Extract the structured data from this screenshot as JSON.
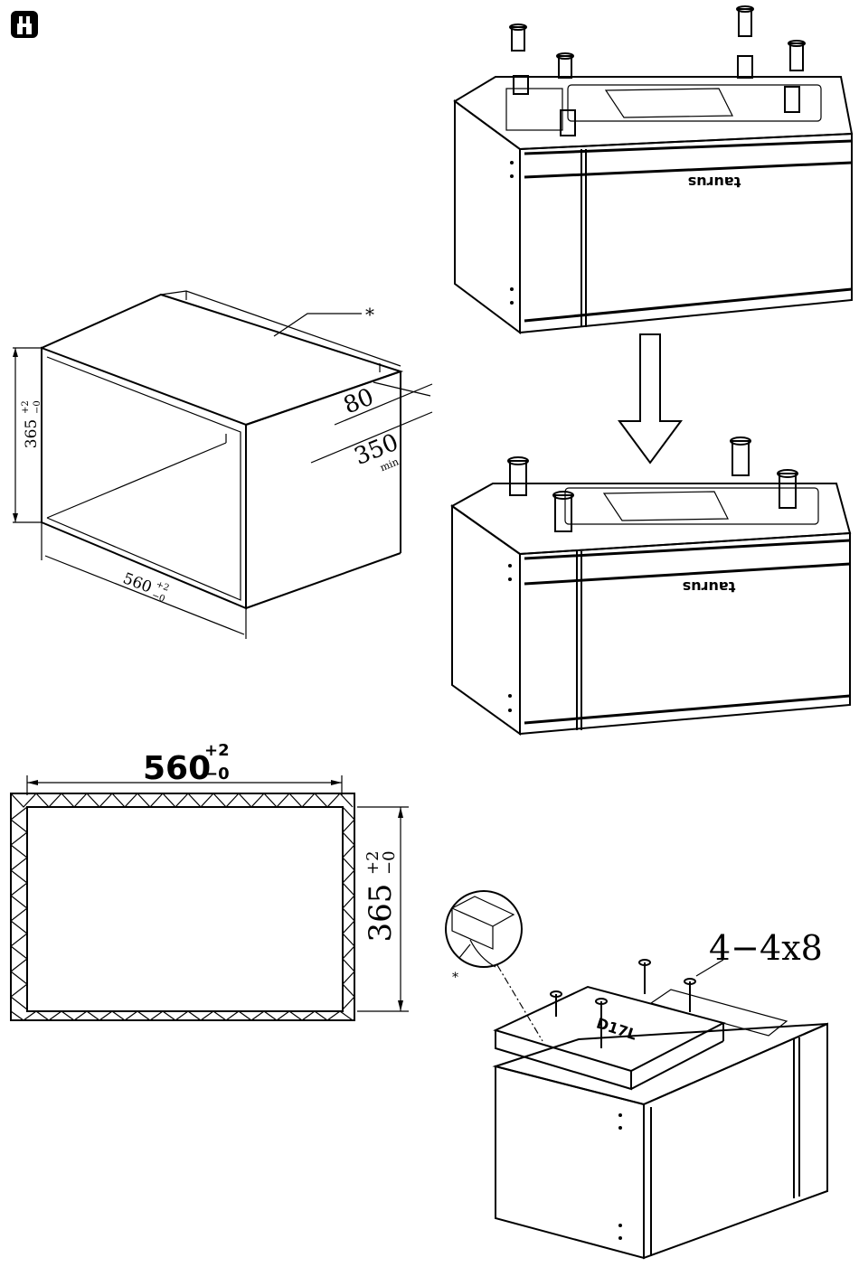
{
  "diagram": {
    "icon": "install-plug-icon",
    "niche_3d": {
      "dim_height": "365",
      "dim_height_tol_plus": "+2",
      "dim_height_tol_minus": "−0",
      "dim_width": "560",
      "dim_width_tol_plus": "+2",
      "dim_width_tol_minus": "−0",
      "dim_gap": "80",
      "dim_depth": "350",
      "dim_depth_note": "min",
      "asterisk": "*"
    },
    "niche_front": {
      "dim_width": "560",
      "dim_width_tol_plus": "+2",
      "dim_width_tol_minus": "−0",
      "dim_height": "365",
      "dim_height_tol_plus": "+2",
      "dim_height_tol_minus": "−0"
    },
    "appliance": {
      "brand": "taurus"
    },
    "bracket": {
      "screw_spec": "4−4x8",
      "asterisk": "*",
      "plate_label": "D17L"
    }
  }
}
